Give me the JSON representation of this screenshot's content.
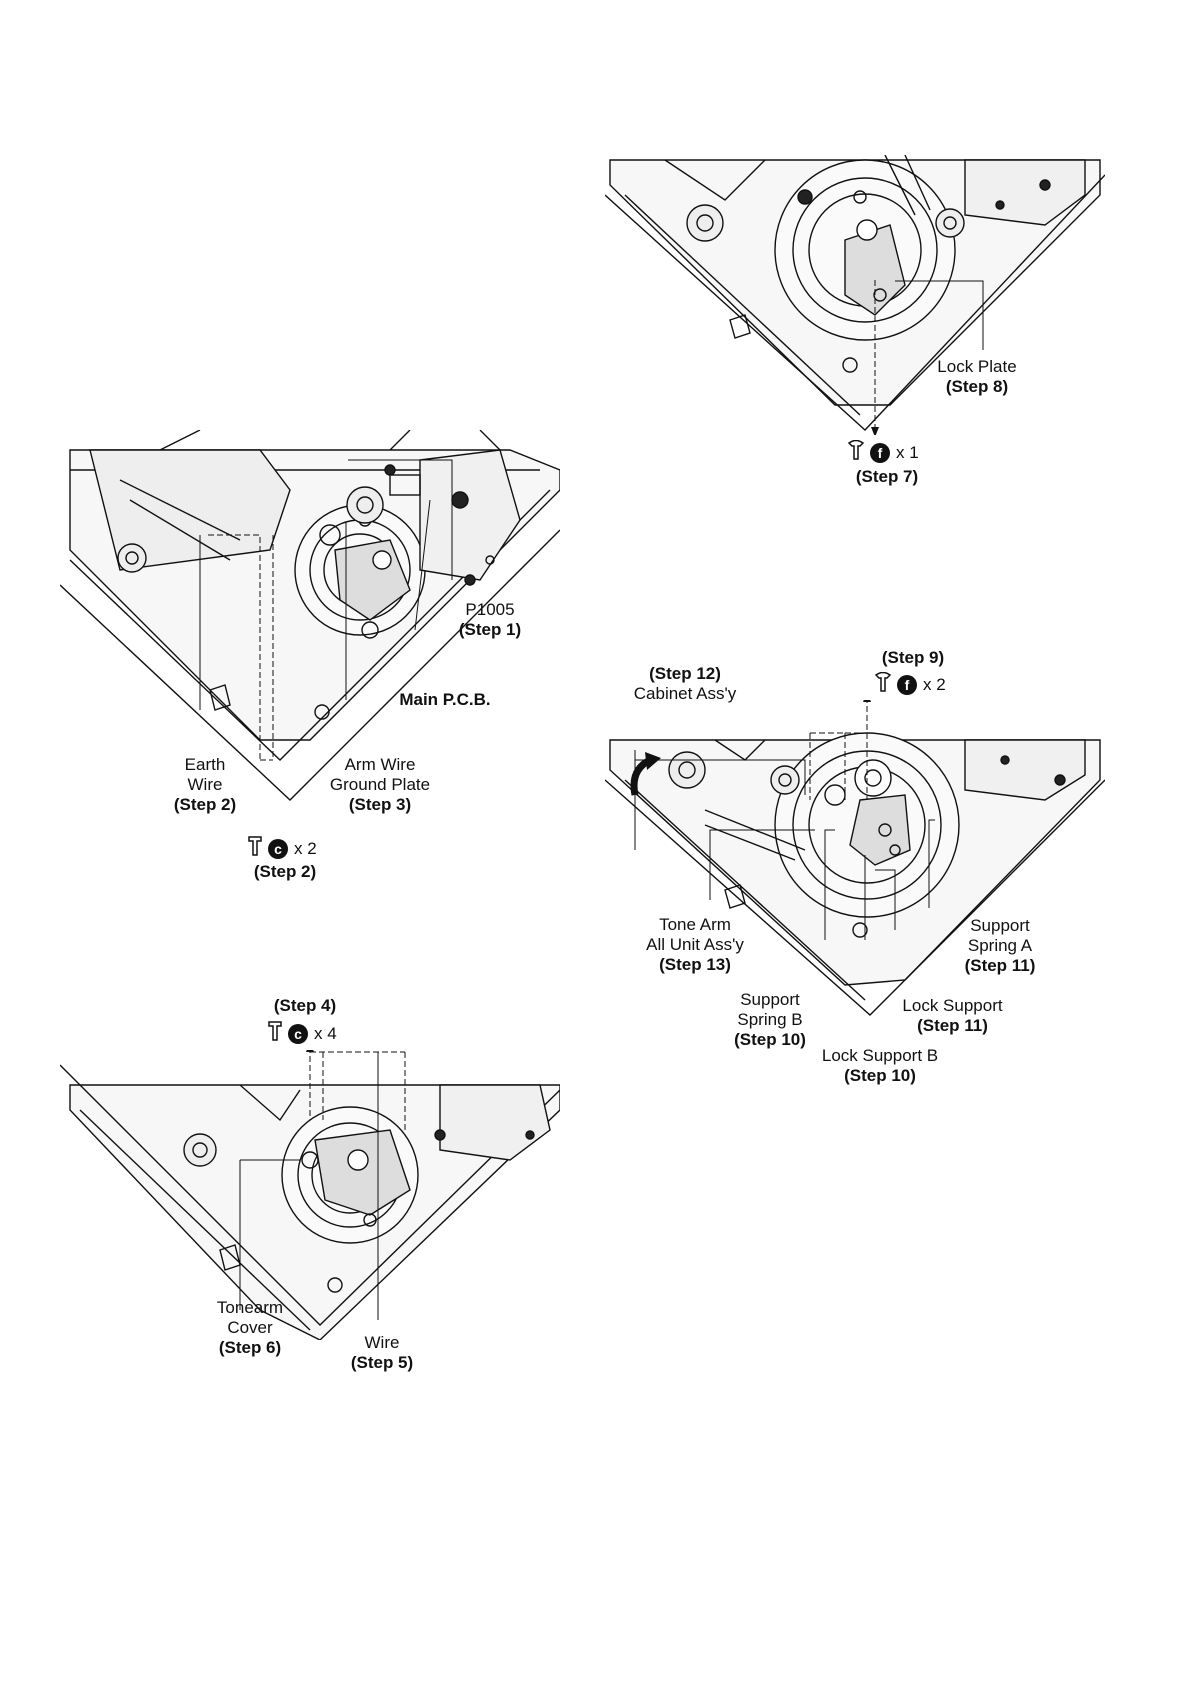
{
  "figure1": {
    "p1005": "P1005",
    "step1": "(Step 1)",
    "main_pcb": "Main P.C.B.",
    "earth_wire_1": "Earth",
    "earth_wire_2": "Wire",
    "earth_step": "(Step 2)",
    "arm_wire_1": "Arm Wire",
    "arm_wire_2": "Ground Plate",
    "arm_step": "(Step 3)",
    "screw_badge": "c",
    "screw_qty": "x 2",
    "screw_step": "(Step 2)"
  },
  "figure2": {
    "step_title": "(Step 4)",
    "screw_badge": "c",
    "screw_qty": "x 4",
    "tonearm_1": "Tonearm",
    "tonearm_2": "Cover",
    "tonearm_step": "(Step 6)",
    "wire": "Wire",
    "wire_step": "(Step 5)"
  },
  "figure3": {
    "lock_plate": "Lock Plate",
    "lock_step": "(Step 8)",
    "screw_badge": "f",
    "screw_qty": "x 1",
    "screw_step": "(Step 7)"
  },
  "figure4": {
    "step9": "(Step 9)",
    "screw_badge": "f",
    "screw_qty": "x 2",
    "cabinet_step": "(Step 12)",
    "cabinet": "Cabinet Ass'y",
    "tone_arm_1": "Tone Arm",
    "tone_arm_2": "All Unit Ass'y",
    "tone_arm_step": "(Step 13)",
    "support_b_1": "Support",
    "support_b_2": "Spring B",
    "support_b_step": "(Step 10)",
    "lock_support_b": "Lock Support B",
    "lock_support_b_step": "(Step 10)",
    "lock_support": "Lock Support",
    "lock_support_step": "(Step 11)",
    "support_a_1": "Support",
    "support_a_2": "Spring A",
    "support_a_step": "(Step 11)"
  }
}
